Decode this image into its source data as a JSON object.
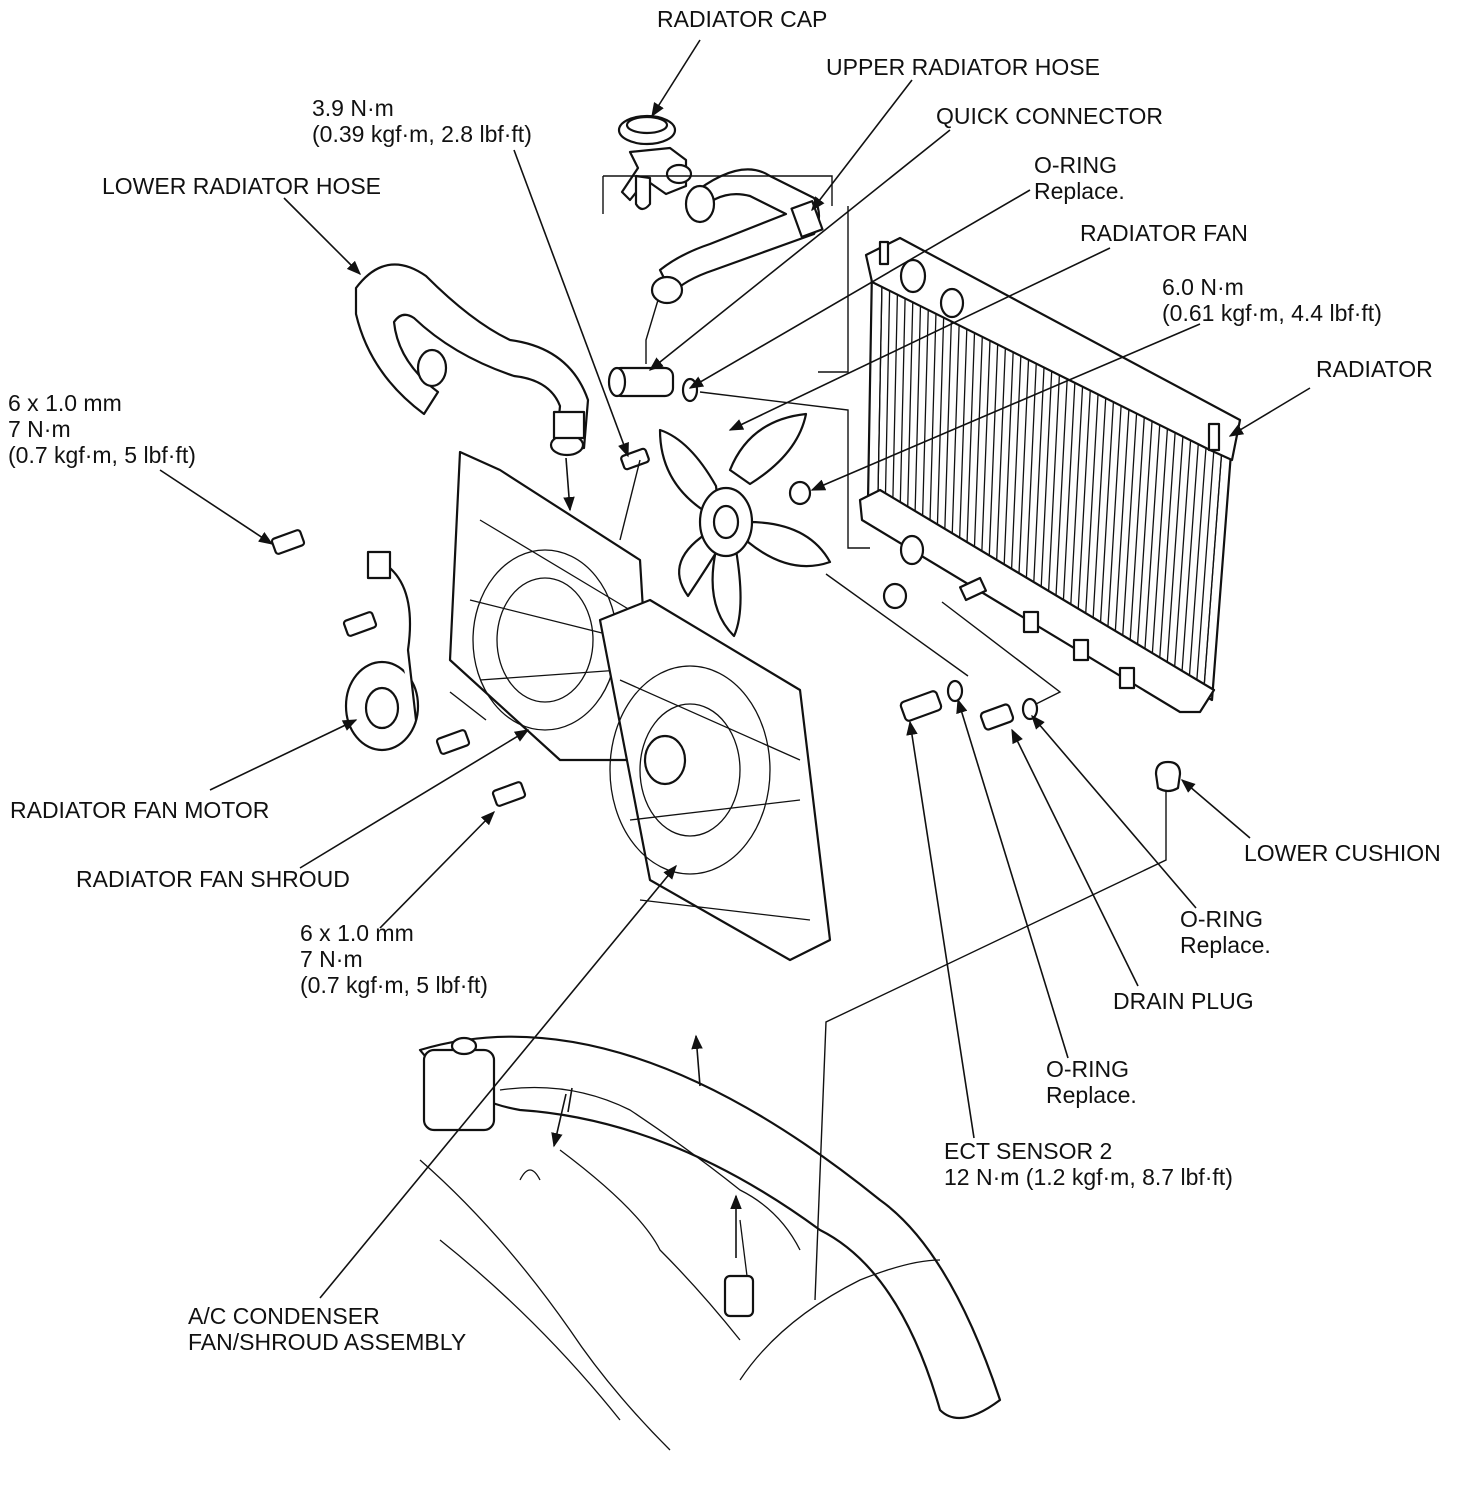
{
  "diagram": {
    "colors": {
      "ink": "#111111",
      "paper": "#ffffff"
    },
    "labels": {
      "radiator_cap": "RADIATOR CAP",
      "upper_hose": "UPPER RADIATOR HOSE",
      "quick_connector": "QUICK CONNECTOR",
      "oring_top": {
        "name": "O-RING",
        "note": "Replace."
      },
      "radiator_fan": "RADIATOR FAN",
      "torque_fan": {
        "line1": "6.0 N·m",
        "line2": "(0.61 kgf·m, 4.4 lbf·ft)"
      },
      "radiator": "RADIATOR",
      "torque_top": {
        "line1": "3.9 N·m",
        "line2": "(0.39 kgf·m, 2.8 lbf·ft)"
      },
      "lower_hose": "LOWER RADIATOR HOSE",
      "bolt_left": {
        "line1": "6 x 1.0 mm",
        "line2": "7 N·m",
        "line3": "(0.7 kgf·m, 5 lbf·ft)"
      },
      "fan_motor": "RADIATOR FAN MOTOR",
      "fan_shroud": "RADIATOR FAN SHROUD",
      "bolt_bottom": {
        "line1": "6 x 1.0 mm",
        "line2": "7 N·m",
        "line3": "(0.7 kgf·m, 5 lbf·ft)"
      },
      "lower_cushion": "LOWER CUSHION",
      "oring_right": {
        "name": "O-RING",
        "note": "Replace."
      },
      "drain_plug": "DRAIN PLUG",
      "oring_bottom": {
        "name": "O-RING",
        "note": "Replace."
      },
      "ect_sensor": {
        "line1": "ECT SENSOR 2",
        "line2": "12 N·m (1.2 kgf·m, 8.7 lbf·ft)"
      },
      "ac_condenser": {
        "line1": "A/C CONDENSER",
        "line2": "FAN/SHROUD ASSEMBLY"
      }
    }
  }
}
